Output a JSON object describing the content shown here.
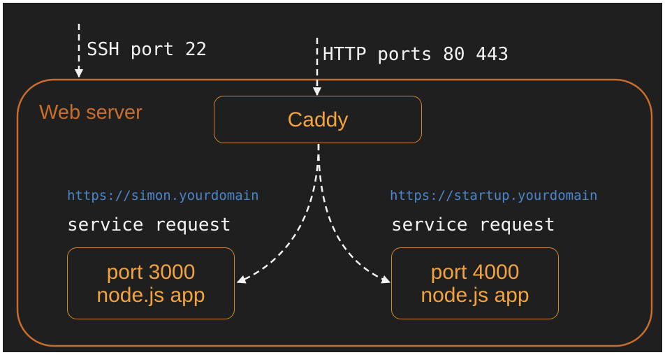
{
  "colors": {
    "background": "#1f1f1f",
    "server_border": "#c96d2b",
    "box_border": "#d6862f",
    "box_text": "#f2a340",
    "url_text": "#4a86c9",
    "label_text": "#f2f2f2",
    "arrow": "#f2f2f2"
  },
  "inputs": {
    "ssh_label": "SSH port 22",
    "http_label": "HTTP ports 80 443"
  },
  "server": {
    "title": "Web server"
  },
  "proxy": {
    "label": "Caddy"
  },
  "services": [
    {
      "url": "https://simon.yourdomain",
      "request_label": "service request",
      "port_label": "port 3000",
      "app_label": "node.js app"
    },
    {
      "url": "https://startup.yourdomain",
      "request_label": "service request",
      "port_label": "port 4000",
      "app_label": "node.js app"
    }
  ]
}
